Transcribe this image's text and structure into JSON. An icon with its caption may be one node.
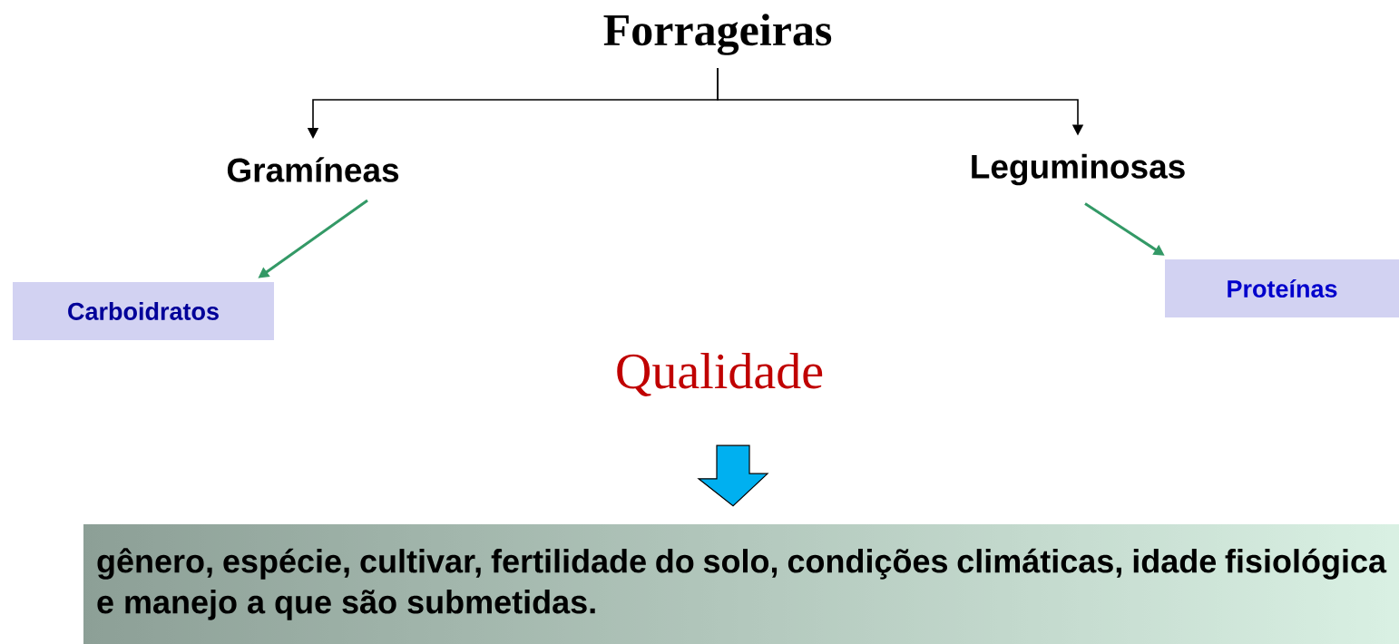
{
  "diagram": {
    "nodes": [
      {
        "text": [
          "Forrageiras"
        ]
      },
      {
        "text": [
          "Gramíneas"
        ]
      },
      {
        "text": [
          "Leguminosas"
        ]
      },
      {
        "text": [
          "Carboidratos"
        ]
      },
      {
        "text": [
          "Proteínas"
        ]
      },
      {
        "text": [
          "Qualidade"
        ]
      },
      {
        "text": [
          "gênero, espécie, cultivar, fertilidade do solo, condições climáticas, idade fisiológica e manejo a que são submetidas."
        ]
      }
    ],
    "edges": [
      {
        "from": 0,
        "to": 1,
        "arrow": "to"
      },
      {
        "from": 0,
        "to": 2,
        "arrow": "to"
      },
      {
        "from": 1,
        "to": 3,
        "arrow": "to",
        "color": "#339966"
      },
      {
        "from": 2,
        "to": 4,
        "arrow": "to",
        "color": "#339966"
      },
      {
        "from": 5,
        "to": 6,
        "arrow": "to",
        "style": "thick",
        "color": "#00b0f0"
      }
    ]
  }
}
